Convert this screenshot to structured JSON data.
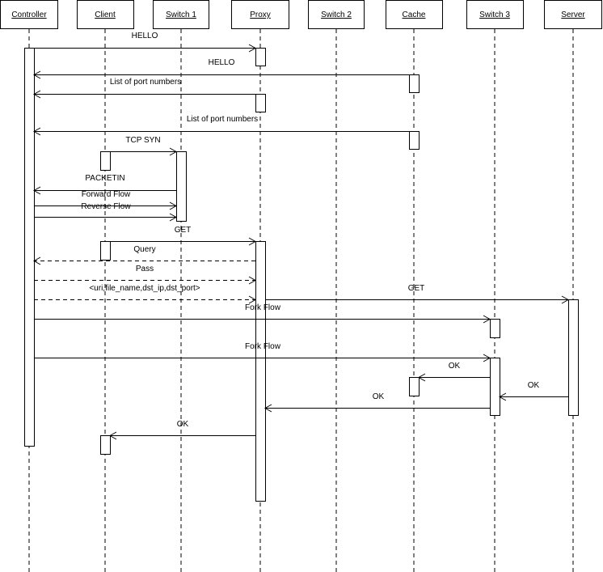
{
  "participants": [
    {
      "id": "controller",
      "label": "Controller"
    },
    {
      "id": "client",
      "label": "Client"
    },
    {
      "id": "switch1",
      "label": "Switch 1"
    },
    {
      "id": "proxy",
      "label": "Proxy"
    },
    {
      "id": "switch2",
      "label": "Switch 2"
    },
    {
      "id": "cache",
      "label": "Cache"
    },
    {
      "id": "switch3",
      "label": "Switch 3"
    },
    {
      "id": "server",
      "label": "Server"
    }
  ],
  "messages": [
    {
      "id": "m1",
      "label": "HELLO"
    },
    {
      "id": "m2",
      "label": "HELLO"
    },
    {
      "id": "m3",
      "label": "List of port numbers"
    },
    {
      "id": "m4",
      "label": "List of port numbers"
    },
    {
      "id": "m5",
      "label": "TCP SYN"
    },
    {
      "id": "m6",
      "label": "PACKETIN"
    },
    {
      "id": "m7",
      "label": "Forward Flow"
    },
    {
      "id": "m8",
      "label": "Reverse Flow"
    },
    {
      "id": "m9",
      "label": "GET"
    },
    {
      "id": "m10",
      "label": "Query"
    },
    {
      "id": "m11",
      "label": "Pass"
    },
    {
      "id": "m12",
      "label": "<uri,file_name,dst_ip,dst_port>"
    },
    {
      "id": "m13",
      "label": "GET"
    },
    {
      "id": "m14",
      "label": "Fork Flow"
    },
    {
      "id": "m15",
      "label": "Fork Flow"
    },
    {
      "id": "m16",
      "label": "OK"
    },
    {
      "id": "m17",
      "label": "OK"
    },
    {
      "id": "m18",
      "label": "OK"
    },
    {
      "id": "m19",
      "label": "OK"
    }
  ]
}
